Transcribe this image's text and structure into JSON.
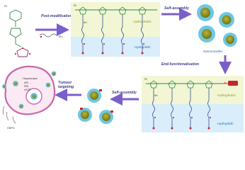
{
  "steps": {
    "post_modification": "Post-modification",
    "self_assembly_top": "Self-assembly",
    "end_functionalisation": "End-functionalisation",
    "self_assembly_bottom": "Self-assembly",
    "tumour_targeting": "Tumour targeting"
  },
  "regions": {
    "hydrophobic_top": "Hydrophobic",
    "hydrophilic_top": "Hydrophilic",
    "hydrophobic_bottom": "Hydrophobic",
    "hydrophilic_bottom": "Hydrophilic"
  },
  "labels": {
    "nanomicelles": "Nanomicelles",
    "nh2": "NH₂",
    "nh": "NH",
    "ph": "Ph",
    "heparanase": "Heparanase",
    "afk": "AFK",
    "pdk": "PDK",
    "mtor": "mTOR",
    "hspg": "HSPG"
  },
  "colors": {
    "arrow": "#7b5fc8",
    "hydrophobic_bg": "#f2f6d4",
    "hydrophilic_bg": "#d9eefa",
    "micelle_core": "#8c8f1f",
    "micelle_shell": "#6ec7e3",
    "polymer": "#2c8a4a",
    "peg_chain": "#1f3a8a",
    "drug_red": "#cc2222",
    "cell_membrane": "#c76aa8"
  }
}
